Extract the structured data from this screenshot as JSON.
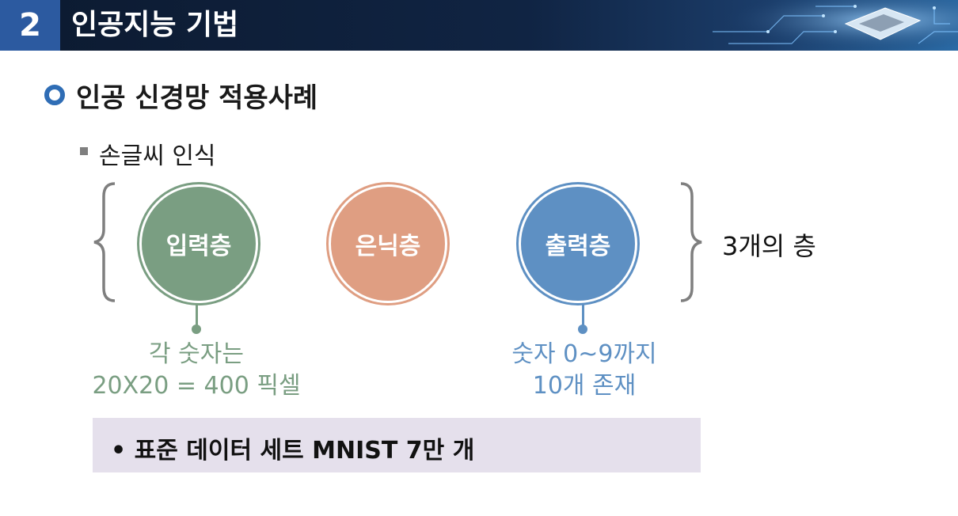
{
  "header": {
    "number": "2",
    "title": "인공지능 기법"
  },
  "section": {
    "title": "인공 신경망 적용사례"
  },
  "subsection": {
    "title": "손글씨 인식"
  },
  "layers": [
    {
      "label": "입력층",
      "color": "#7a9e82"
    },
    {
      "label": "은닉층",
      "color": "#df9e82"
    },
    {
      "label": "출력층",
      "color": "#5e90c3"
    }
  ],
  "layers_note": "3개의 층",
  "input_desc": {
    "line1": "각 숫자는",
    "line2": "20X20 = 400 픽셀",
    "color": "#7a9e82"
  },
  "output_desc": {
    "line1": "숫자 0~9까지",
    "line2": "10개 존재",
    "color": "#5e90c3"
  },
  "dataset_note": "• 표준 데이터 세트 MNIST 7만 개"
}
